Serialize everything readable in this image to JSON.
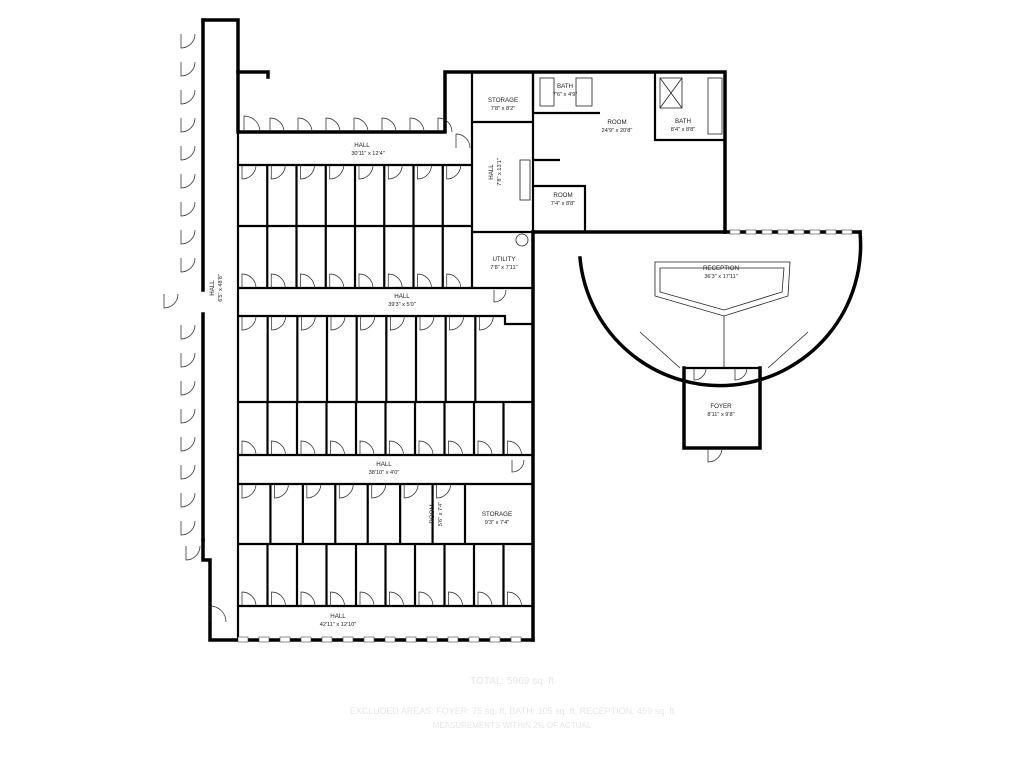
{
  "rooms": {
    "hall_left": {
      "name": "HALL",
      "dim": "6'5\" x 48'8\""
    },
    "hall_top": {
      "name": "HALL",
      "dim": "30'11\" x 12'4\""
    },
    "hall_mid": {
      "name": "HALL",
      "dim": "39'3\" x 5'0\""
    },
    "hall_low": {
      "name": "HALL",
      "dim": "38'10\" x 4'0\""
    },
    "hall_bottom": {
      "name": "HALL",
      "dim": "42'11\" x 12'10\""
    },
    "hall_small": {
      "name": "HALL",
      "dim": "7'8\" x 13'1\""
    },
    "storage_top": {
      "name": "STORAGE",
      "dim": "7'8\" x 8'2\""
    },
    "bath_small": {
      "name": "BATH",
      "dim": "7'6\" x 4'9\""
    },
    "room_large": {
      "name": "ROOM",
      "dim": "24'9\" x 20'8\""
    },
    "bath_right": {
      "name": "BATH",
      "dim": "8'4\" x 8'8\""
    },
    "room_small": {
      "name": "ROOM",
      "dim": "7'4\" x 8'8\""
    },
    "utility": {
      "name": "UTILITY",
      "dim": "7'8\" x 7'11\""
    },
    "reception": {
      "name": "RECEPTION",
      "dim": "36'3\" x 17'11\""
    },
    "foyer": {
      "name": "FOYER",
      "dim": "8'11\" x 9'8\""
    },
    "room_narrow": {
      "name": "ROOM",
      "dim": "5'6\" x 7'4\""
    },
    "storage_bottom": {
      "name": "STORAGE",
      "dim": "9'3\" x 7'4\""
    }
  },
  "footer": {
    "line1": "TOTAL: 5969 sq. ft",
    "line2": "EXCLUDED AREAS: FOYER: 75 sq. ft, BATH: 105 sq. ft, RECEPTION: 459 sq. ft",
    "line3": "MEASUREMENTS WITHIN 2% OF ACTUAL"
  },
  "colors": {
    "wall": "#000000",
    "background": "#ffffff",
    "label": "#222222",
    "faint_text": "#e6e6e6"
  }
}
